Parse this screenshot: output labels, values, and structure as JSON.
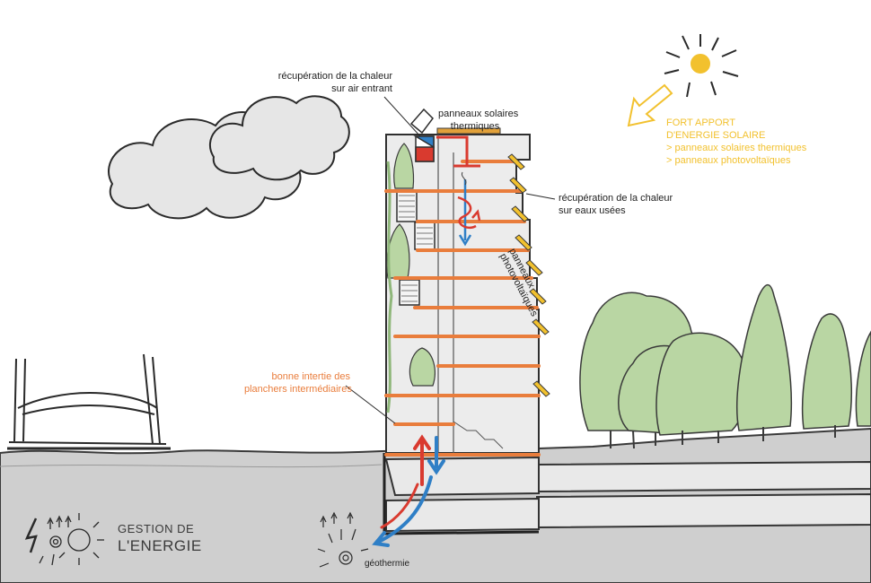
{
  "labels": {
    "air_heat_recovery": [
      "récupération de la chaleur",
      "sur air entrant"
    ],
    "solar_thermal_panels": [
      "panneaux solaires",
      "thermiques"
    ],
    "solar_input": [
      "FORT APPORT",
      "D'ENERGIE SOLAIRE",
      "> panneaux solaires thermiques",
      "> panneaux photovoltaïques"
    ],
    "wastewater_heat_recovery": [
      "récupération de la chaleur",
      "sur eaux usées"
    ],
    "pv_panels": [
      "panneaux",
      "photovoltaïques"
    ],
    "floor_inertia": [
      "bonne intertie des",
      "planchers intermédiaires"
    ],
    "geothermal": "géothermie"
  },
  "title": [
    "GESTION DE",
    "L'ENERGIE"
  ],
  "colors": {
    "orange": "#e97d3c",
    "yellow": "#f2c12e",
    "red": "#d93a2f",
    "blue": "#2f7fc6",
    "tree_fill": "#b9d6a3",
    "ground": "#cfcfcf",
    "building": "#ececec",
    "cloud": "#e6e6e6"
  }
}
